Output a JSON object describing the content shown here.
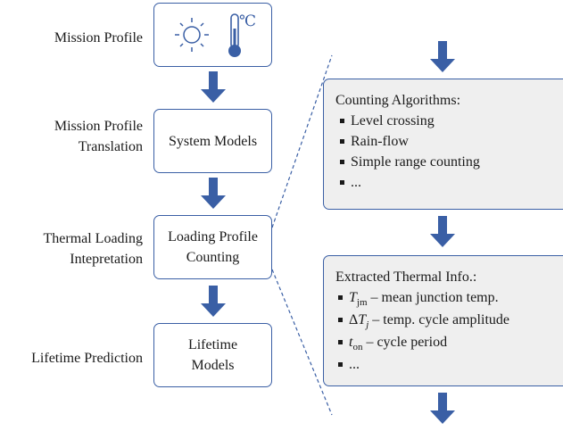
{
  "left_labels": {
    "mission_profile": "Mission Profile",
    "translation_line1": "Mission Profile",
    "translation_line2": "Translation",
    "thermal_line1": "Thermal Loading",
    "thermal_line2": "Intepretation",
    "lifetime": "Lifetime Prediction"
  },
  "boxes": {
    "mission_icon_celsius": "℃",
    "system_models": "System Models",
    "loading_line1": "Loading Profile",
    "loading_line2": "Counting",
    "lifetime_line1": "Lifetime",
    "lifetime_line2": "Models"
  },
  "counting": {
    "title": "Counting Algorithms:",
    "items": [
      "Level crossing",
      "Rain-flow",
      "Simple range counting",
      "..."
    ]
  },
  "extracted": {
    "title": "Extracted Thermal Info.:",
    "item1_sym": "T",
    "item1_sub": "jm",
    "item1_text": " – mean junction temp.",
    "item2_delta": "Δ",
    "item2_sym": "T",
    "item2_sub": "j",
    "item2_text": " – temp. cycle amplitude",
    "item3_sym": "t",
    "item3_sub": "on",
    "item3_text": " – cycle period",
    "item4": "..."
  },
  "colors": {
    "box_border": "#3a5fa5",
    "arrow": "#3a5fa5",
    "detail_fill": "#efefef"
  },
  "icons": [
    "sun-icon",
    "thermometer-icon",
    "down-arrow-icon"
  ]
}
